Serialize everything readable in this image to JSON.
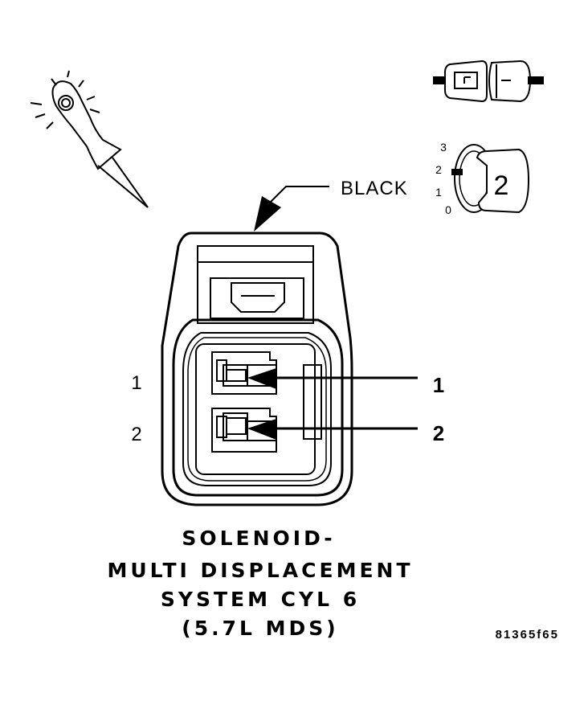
{
  "connector_color_label": "BLACK",
  "probe_icon": "probe-tool-icon",
  "inline_connector_icon": "inline-connector-icon",
  "pin_count_badge": {
    "icon": "pin-count-badge-icon",
    "value": "2",
    "scale_numbers": [
      "3",
      "2",
      "1",
      "0"
    ]
  },
  "cavity_labels": [
    "1",
    "2"
  ],
  "callout_labels": [
    "1",
    "2"
  ],
  "caption_lines": [
    "SOLENOID-",
    "MULTI DISPLACEMENT",
    "SYSTEM CYL 6",
    "(5.7L MDS)"
  ],
  "figure_number": "81365f65"
}
